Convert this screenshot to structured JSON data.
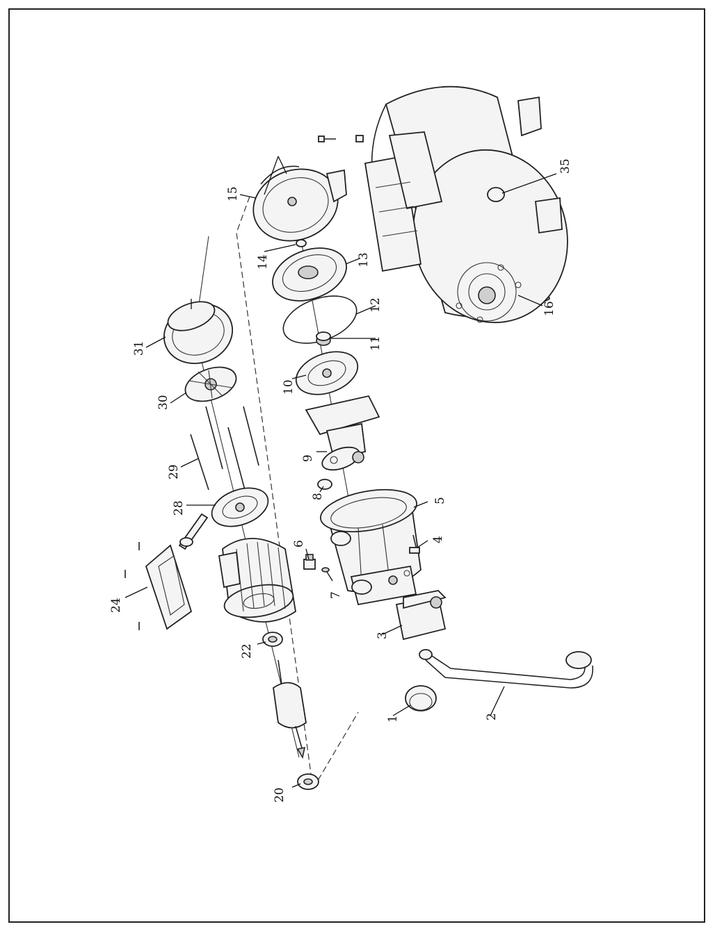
{
  "diagram": {
    "type": "exploded-parts-view",
    "callouts": [
      {
        "id": "c1",
        "label": "1"
      },
      {
        "id": "c2",
        "label": "2"
      },
      {
        "id": "c3",
        "label": "3"
      },
      {
        "id": "c4",
        "label": "4"
      },
      {
        "id": "c5",
        "label": "5"
      },
      {
        "id": "c6",
        "label": "6"
      },
      {
        "id": "c7",
        "label": "7"
      },
      {
        "id": "c8",
        "label": "8"
      },
      {
        "id": "c9",
        "label": "9"
      },
      {
        "id": "c10",
        "label": "10"
      },
      {
        "id": "c11",
        "label": "11"
      },
      {
        "id": "c12",
        "label": "12"
      },
      {
        "id": "c13",
        "label": "13"
      },
      {
        "id": "c14",
        "label": "14"
      },
      {
        "id": "c15",
        "label": "15"
      },
      {
        "id": "c16",
        "label": "16"
      },
      {
        "id": "c20",
        "label": "20"
      },
      {
        "id": "c22",
        "label": "22"
      },
      {
        "id": "c24",
        "label": "24"
      },
      {
        "id": "c28",
        "label": "28"
      },
      {
        "id": "c29",
        "label": "29"
      },
      {
        "id": "c30",
        "label": "30"
      },
      {
        "id": "c31",
        "label": "31"
      },
      {
        "id": "c35",
        "label": "35"
      }
    ]
  }
}
